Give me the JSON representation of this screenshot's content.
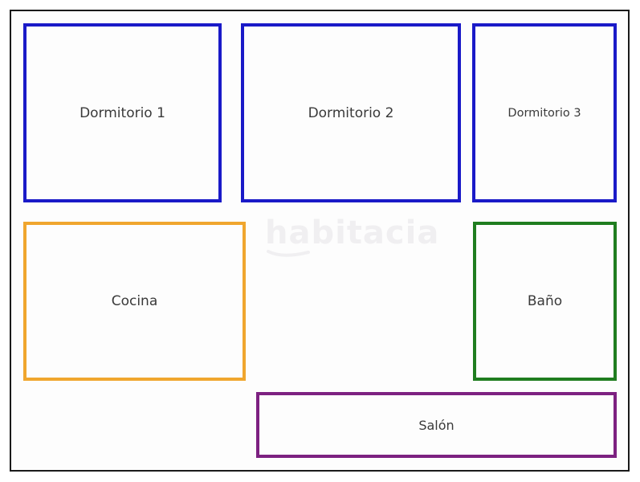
{
  "watermark": {
    "text": "habitacia"
  },
  "rooms": [
    {
      "label": "Dormitorio 1",
      "type": "bedroom",
      "border_color": "#1a1ac8"
    },
    {
      "label": "Dormitorio 2",
      "type": "bedroom",
      "border_color": "#1a1ac8"
    },
    {
      "label": "Dormitorio 3",
      "type": "bedroom",
      "border_color": "#1a1ac8"
    },
    {
      "label": "Cocina",
      "type": "kitchen",
      "border_color": "#f0a62e"
    },
    {
      "label": "Baño",
      "type": "bathroom",
      "border_color": "#1f7d1f"
    },
    {
      "label": "Salón",
      "type": "living-room",
      "border_color": "#7d2181"
    }
  ],
  "colors": {
    "outer_border": "#1a1a1a",
    "bedroom_border": "#1a1ac8",
    "kitchen_border": "#f0a62e",
    "bathroom_border": "#1f7d1f",
    "living_room_border": "#7d2181",
    "label_text": "#3a3a3a",
    "watermark_text": "#f0eff1",
    "background": "#ffffff"
  }
}
